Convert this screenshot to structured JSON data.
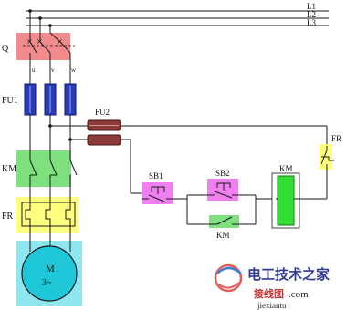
{
  "lines": {
    "l1": "L1",
    "l2": "L2",
    "l3": "L3"
  },
  "labels": {
    "q": "Q",
    "u": "u",
    "v": "v",
    "w": "w",
    "fu1": "FU1",
    "fu2": "FU2",
    "km_main": "KM",
    "fr_main": "FR",
    "fr_ctrl": "FR",
    "sb1": "SB1",
    "sb2": "SB2",
    "km_coil": "KM",
    "km_aux": "KM",
    "motor_m": "M",
    "motor_phase": "3~"
  },
  "watermark": {
    "cn_title": "电工技术之家",
    "cn_sub": "接线图",
    "domain": ".com",
    "site": "jiexiantu"
  },
  "colors": {
    "q_box": "#f28b8b",
    "fuse": "#2b3bb3",
    "fuse2": "#8b3a3a",
    "km_box": "#7ee07e",
    "fr_box": "#ffff80",
    "motor_box": "#8fe6ee",
    "motor": "#1ec8d8",
    "sb_box": "#f080f0",
    "coil": "#33dd33",
    "wire": "#1a1a1a"
  }
}
